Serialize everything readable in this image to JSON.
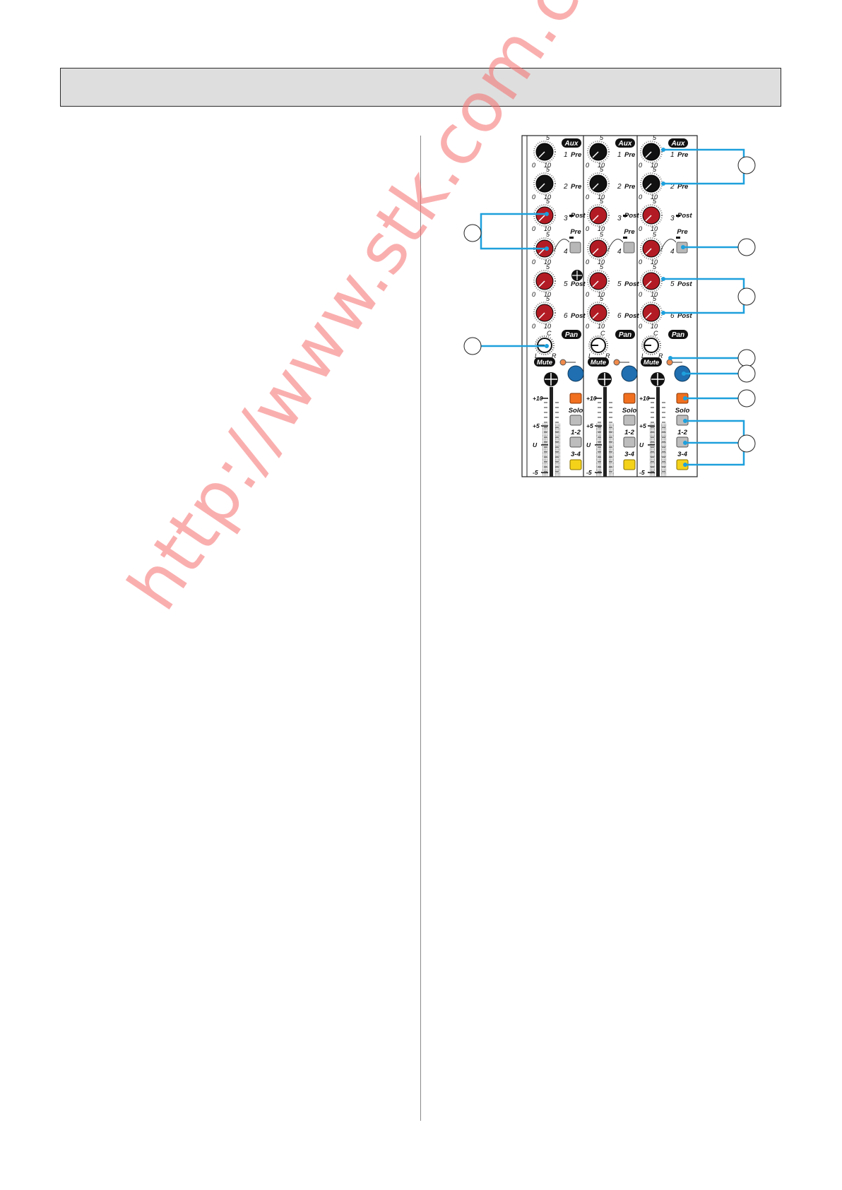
{
  "header": {
    "title": ""
  },
  "watermark": {
    "text": "http://www.stk.com.cn"
  },
  "mixer": {
    "channel_count": 3,
    "aux_label": "Aux",
    "pan_label": "Pan",
    "mute_label": "Mute",
    "aux_sends": [
      {
        "num": "1",
        "suffix": "Pre",
        "knob_color": "black"
      },
      {
        "num": "2",
        "suffix": "Pre",
        "knob_color": "black"
      },
      {
        "num": "3",
        "suffix": "Post",
        "knob_color": "red"
      },
      {
        "num": "4",
        "suffix": "",
        "knob_color": "red"
      },
      {
        "num": "5",
        "suffix": "Post",
        "knob_color": "red"
      },
      {
        "num": "6",
        "suffix": "Post",
        "knob_color": "red"
      }
    ],
    "knob_scale": {
      "top": "5",
      "min": "0",
      "max": "10"
    },
    "pre_label": "Pre",
    "pan_scale": {
      "center": "C",
      "left": "L",
      "right": "R"
    },
    "fader_scale": [
      "+10",
      "+5",
      "U",
      "-5"
    ],
    "buttons": [
      "Solo",
      "1-2",
      "3-4"
    ],
    "colors": {
      "knob_red": "#b31b24",
      "knob_black": "#111111",
      "mute_blue": "#1f6fb1",
      "solo_orange": "#f07020",
      "assign_yellow": "#f4d21a",
      "led_orange": "#f08a4b",
      "callout_line": "#1ea0dc"
    }
  }
}
